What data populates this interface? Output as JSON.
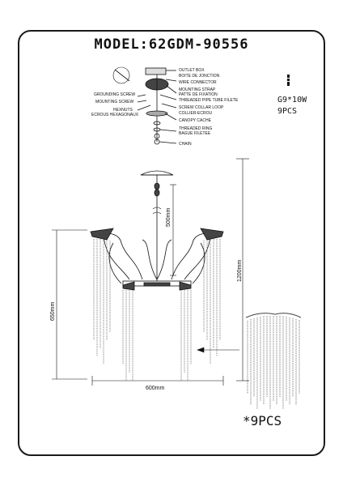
{
  "title": "MODEL:62GDM-90556",
  "parts": [
    {
      "label": "OUTLET BOX"
    },
    {
      "label": "BOITE DE JONCTION"
    },
    {
      "label": "WIRE CONNECTOR"
    },
    {
      "label": "MOUNTING STRAP"
    },
    {
      "label": "PATTE DE FIXATION"
    },
    {
      "label": "THREADED PIPE  TUBE FILETE"
    },
    {
      "label": "SCREW COLLAR LOOP"
    },
    {
      "label": "COLLIER-ECROU"
    },
    {
      "label": "CANOPY  CACHE"
    },
    {
      "label": "THREADED RING"
    },
    {
      "label": "BAGUE FILETEE"
    },
    {
      "label": "CHAIN"
    }
  ],
  "left_labels": [
    {
      "label": "GROUNDING SCREW"
    },
    {
      "label": "MOUNTING SCREW"
    },
    {
      "label": "HEXNUTS"
    },
    {
      "label": "ECROUS HEXAGONAUX"
    }
  ],
  "bulb_spec": "G9*10W",
  "bulb_count": "9PCS",
  "dimensions": {
    "chain": "500mm",
    "total_height": "1200mm",
    "body_height": "650mm",
    "width": "600mm"
  },
  "bulb_total": "*9PCS"
}
